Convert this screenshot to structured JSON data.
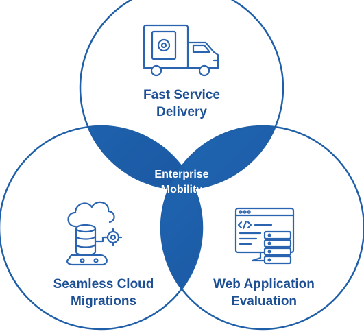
{
  "colors": {
    "circle_stroke": "#1f5fa8",
    "overlap_fill": "#1d5aa5",
    "text": "#1d4f94",
    "icon": "#2a63b0"
  },
  "diagram": {
    "top": {
      "line1": "Fast Service",
      "line2": "Delivery",
      "icon": "delivery-truck-icon"
    },
    "left": {
      "line1": "Seamless Cloud",
      "line2": "Migrations",
      "icon": "cloud-database-icon"
    },
    "right": {
      "line1": "Web Application",
      "line2": "Evaluation",
      "icon": "web-code-server-icon"
    },
    "center": {
      "line1": "Enterprise",
      "line2": "Mobility"
    }
  }
}
